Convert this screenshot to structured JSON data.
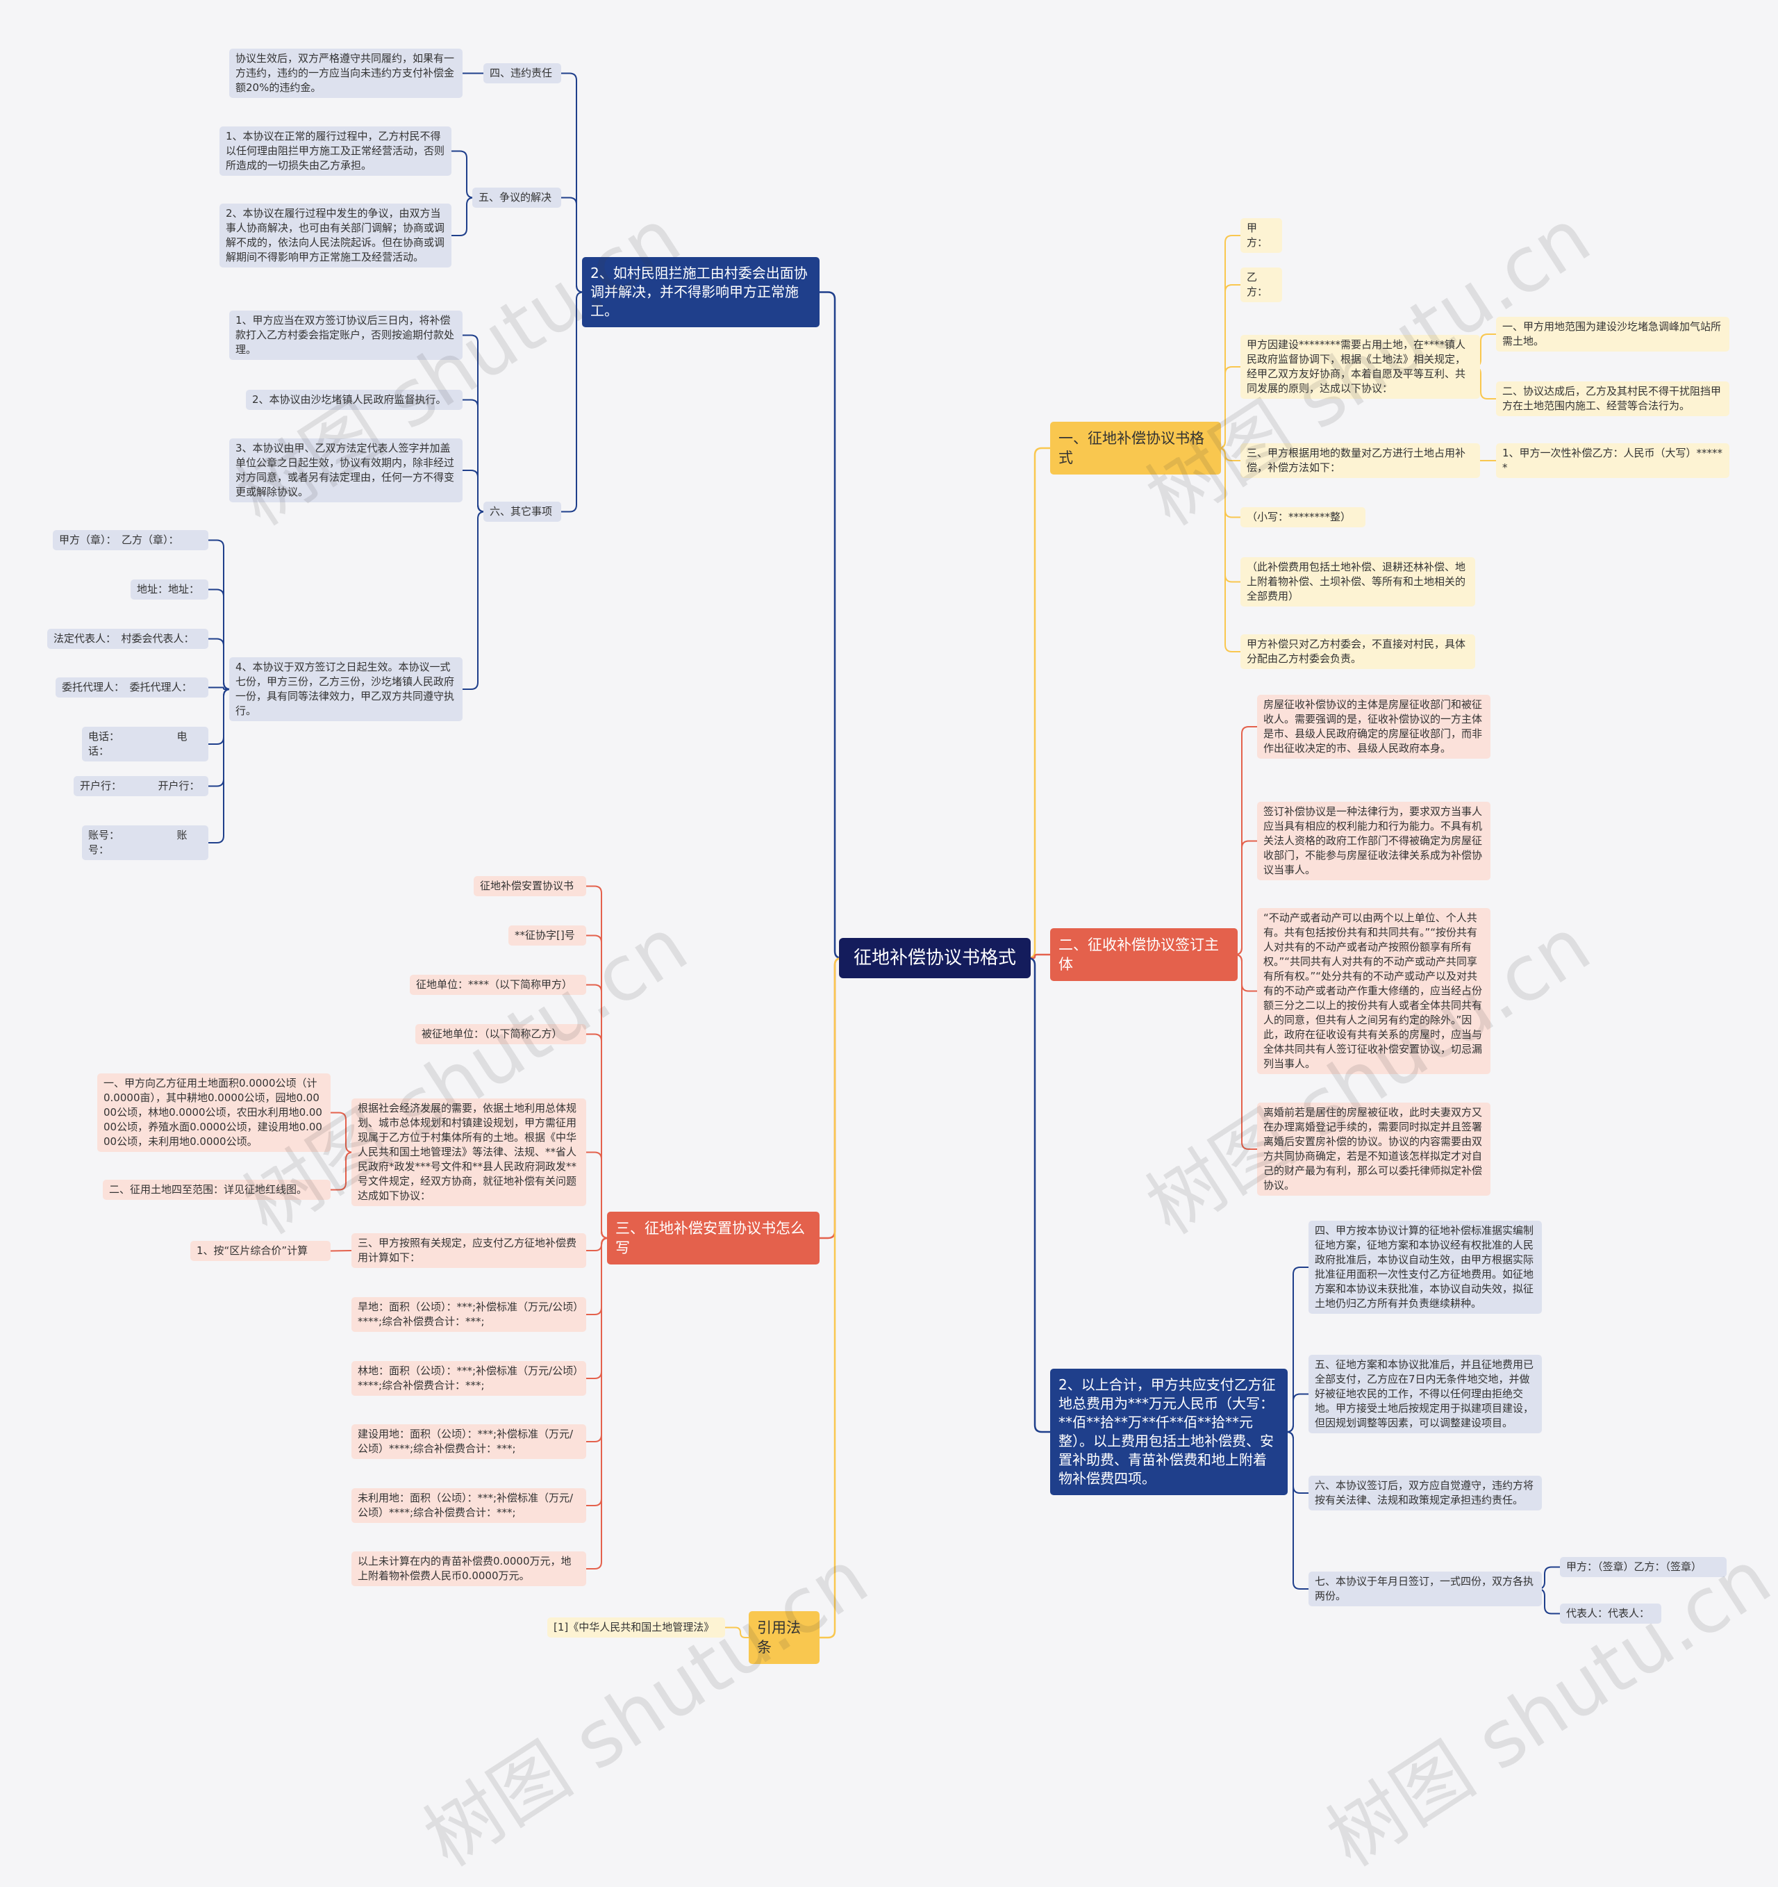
{
  "root": "征地补偿协议书格式",
  "branch1": {
    "title": "一、征地补偿协议书格式",
    "jia": "甲方：",
    "yi": "乙方：",
    "intro": "甲方因建设********需要占用土地，在****镇人民政府监督协调下，根据《土地法》相关规定，经甲乙双方友好协商，本着自愿及平等互利、共同发展的原则，达成以下协议：",
    "intro_c1": "一、甲方用地范围为建设沙圪堵急调峰加气站所需土地。",
    "intro_c2": "二、协议达成后，乙方及其村民不得干扰阻挡甲方在土地范围内施工、经营等合法行为。",
    "item3": "三、甲方根据用地的数量对乙方进行土地占用补偿，补偿方法如下：",
    "item3_c1": "1、甲方一次性补偿乙方：人民币（大写）******",
    "small": "（小写：********整）",
    "note1": "（此补偿费用包括土地补偿、退耕还林补偿、地上附着物补偿、土坝补偿、等所有和土地相关的全部费用）",
    "note2": "甲方补偿只对乙方村委会，不直接对村民，具体分配由乙方村委会负责。"
  },
  "branch2": {
    "title": "二、征收补偿协议签订主体",
    "p1": "房屋征收补偿协议的主体是房屋征收部门和被征收人。需要强调的是，征收补偿协议的一方主体是市、县级人民政府确定的房屋征收部门，而非作出征收决定的市、县级人民政府本身。",
    "p2": "签订补偿协议是一种法律行为，要求双方当事人应当具有相应的权利能力和行为能力。不具有机关法人资格的政府工作部门不得被确定为房屋征收部门，不能参与房屋征收法律关系成为补偿协议当事人。",
    "p3": "“不动产或者动产可以由两个以上单位、个人共有。共有包括按份共有和共同共有。”“按份共有人对共有的不动产或者动产按照份额享有所有权。”“共同共有人对共有的不动产或动产共同享有所有权。”“处分共有的不动产或动产以及对共有的不动产或者动产作重大修缮的，应当经占份额三分之二以上的按份共有人或者全体共同共有人的同意，但共有人之间另有约定的除外。”因此，政府在征收设有共有关系的房屋时，应当与全体共同共有人签订征收补偿安置协议，切忌漏列当事人。",
    "p4": "离婚前若是居住的房屋被征收，此时夫妻双方又在办理离婚登记手续的，需要同时拟定并且签署离婚后安置房补偿的协议。协议的内容需要由双方共同协商确定，若是不知道该怎样拟定才对自己的财产最为有利，那么可以委托律师拟定补偿协议。"
  },
  "branch3": {
    "title": "2、以上合计，甲方共应支付乙方征地总费用为***万元人民币（大写：**佰**拾**万**仟**佰**拾**元整）。以上费用包括土地补偿费、安置补助费、青苗补偿费和地上附着物补偿费四项。",
    "s4": "四、甲方按本协议计算的征地补偿标准据实编制征地方案，征地方案和本协议经有权批准的人民政府批准后，本协议自动生效，由甲方根据实际批准征用面积一次性支付乙方征地费用。如征地方案和本协议未获批准，本协议自动失效，拟征土地仍归乙方所有并负责继续耕种。",
    "s5": "五、征地方案和本协议批准后，并且征地费用已全部支付，乙方应在7日内无条件地交地，并做好被征地农民的工作，不得以任何理由拒绝交地。甲方接受土地后按规定用于拟建项目建设，但因规划调整等因素，可以调整建设项目。",
    "s6": "六、本协议签订后，双方应自觉遵守，违约方将按有关法律、法规和政策规定承担违约责任。",
    "s7": "七、本协议于年月日签订，一式四份，双方各执两份。",
    "s7_c1": "甲方：（签章）乙方：（签章）",
    "s7_c2": "代表人：代表人："
  },
  "branch4": {
    "title": "2、如村民阻拦施工由村委会出面协调并解决，并不得影响甲方正常施工。",
    "s4": "四、违约责任",
    "s4_c": "协议生效后，双方严格遵守共同履约，如果有一方违约，违约的一方应当向未违约方支付补偿金额20%的违约金。",
    "s5": "五、争议的解决",
    "s5_c1": "1、本协议在正常的履行过程中，乙方村民不得以任何理由阻拦甲方施工及正常经营活动，否则所造成的一切损失由乙方承担。",
    "s5_c2": "2、本协议在履行过程中发生的争议，由双方当事人协商解决，也可由有关部门调解；协商或调解不成的，依法向人民法院起诉。但在协商或调解期间不得影响甲方正常施工及经营活动。",
    "s6": "六、其它事项",
    "s6_c1": "1、甲方应当在双方签订协议后三日内，将补偿款打入乙方村委会指定账户，否则按逾期付款处理。",
    "s6_c2": "2、本协议由沙圪堵镇人民政府监督执行。",
    "s6_c3": "3、本协议由甲、乙双方法定代表人签字并加盖单位公章之日起生效，协议有效期内，除非经过对方同意，或者另有法定理由，任何一方不得变更或解除协议。",
    "s6_c4": "4、本协议于双方签订之日起生效。本协议一式七份，甲方三份，乙方三份，沙圪堵镇人民政府一份，具有同等法律效力，甲乙双方共同遵守执行。",
    "sig": [
      "甲方（章）：　乙方（章）：",
      "地址：地址：",
      "法定代表人：　村委会代表人：",
      "委托代理人：　委托代理人：",
      "电话：　　　　　　电话：",
      "开户行：　　　　开户行：",
      "账号：　　　　　　账号："
    ]
  },
  "branch5": {
    "title": "三、征地补偿安置协议书怎么写",
    "c1": "征地补偿安置协议书",
    "c2": "**征协字[]号",
    "c3": "征地单位：****（以下简称甲方）",
    "c4": "被征地单位：（以下简称乙方）",
    "c5": "根据社会经济发展的需要，依据土地利用总体规划、城市总体规划和村镇建设规划，甲方需征用现属于乙方位于村集体所有的土地。根据《中华人民共和国土地管理法》等法律、法规、**省人民政府*政发***号文件和**县人民政府洞政发**号文件规定，经双方协商，就征地补偿有关问题达成如下协议：",
    "c5_c1": "一、甲方向乙方征用土地面积0.0000公顷（计0.0000亩），其中耕地0.0000公顷，园地0.0000公顷，林地0.0000公顷，农田水利用地0.0000公顷，养殖水面0.0000公顷，建设用地0.0000公顷，未利用地0.0000公顷。",
    "c5_c2": "二、征用土地四至范围：详见征地红线图。",
    "c6": "三、甲方按照有关规定，应支付乙方征地补偿费用计算如下：",
    "c6_c1": "1、按“区片综合价”计算",
    "c7": "旱地：面积（公顷）：***;补偿标准（万元/公顷）****;综合补偿费合计：***;",
    "c8": "林地：面积（公顷）：***;补偿标准（万元/公顷）****;综合补偿费合计：***;",
    "c9": "建设用地：面积（公顷）：***;补偿标准（万元/公顷）****;综合补偿费合计：***;",
    "c10": "未利用地：面积（公顷）：***;补偿标准（万元/公顷）****;综合补偿费合计：***;",
    "c11": "以上未计算在内的青苗补偿费0.0000万元，地上附着物补偿费人民币0.0000万元。"
  },
  "branch6": {
    "title": "引用法条",
    "c1": "[1]《中华人民共和国土地管理法》"
  },
  "watermark": "树图 shutu.cn",
  "colors": {
    "yellow": "#f9c74f",
    "orange": "#e4614c",
    "navy": "#1f3f8b",
    "root": "#141c5c"
  }
}
